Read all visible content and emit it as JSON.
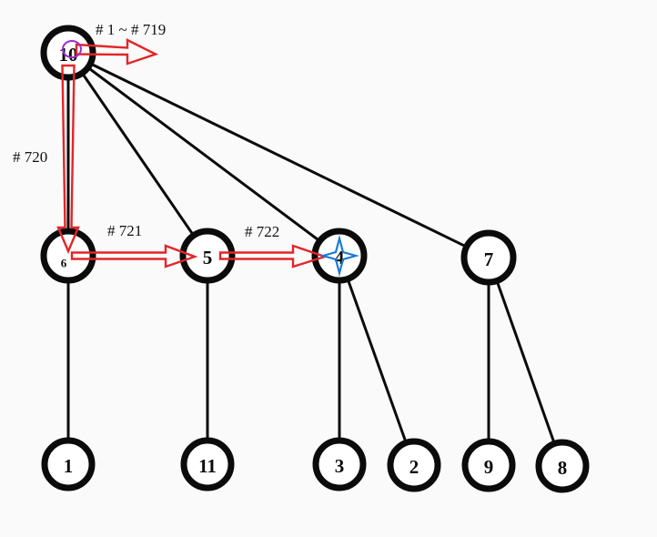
{
  "page": {
    "background": "#fafafa"
  },
  "colors": {
    "node_stroke": "#0b0b0b",
    "edge": "#0b0b0b",
    "arrow_red": "#e32528",
    "highlight_purple": "#9b30c8",
    "star_blue": "#1c7ad4"
  },
  "operation_labels": {
    "range_1_719": "# 1 ~ # 719",
    "op_720": "# 720",
    "op_721": "# 721",
    "op_722": "# 722"
  },
  "nodes": {
    "root": {
      "label": "10"
    },
    "mid_6": {
      "label": "6"
    },
    "mid_5": {
      "label": "5"
    },
    "mid_4": {
      "label": "4"
    },
    "mid_7": {
      "label": "7"
    },
    "leaf_1": {
      "label": "1"
    },
    "leaf_11": {
      "label": "11"
    },
    "leaf_3": {
      "label": "3"
    },
    "leaf_2": {
      "label": "2"
    },
    "leaf_9": {
      "label": "9"
    },
    "leaf_8": {
      "label": "8"
    }
  },
  "edges": [
    {
      "from": "10",
      "to": "6"
    },
    {
      "from": "10",
      "to": "5"
    },
    {
      "from": "10",
      "to": "4"
    },
    {
      "from": "10",
      "to": "7"
    },
    {
      "from": "6",
      "to": "1"
    },
    {
      "from": "5",
      "to": "11"
    },
    {
      "from": "4",
      "to": "3"
    },
    {
      "from": "4",
      "to": "2"
    },
    {
      "from": "7",
      "to": "9"
    },
    {
      "from": "7",
      "to": "8"
    }
  ]
}
